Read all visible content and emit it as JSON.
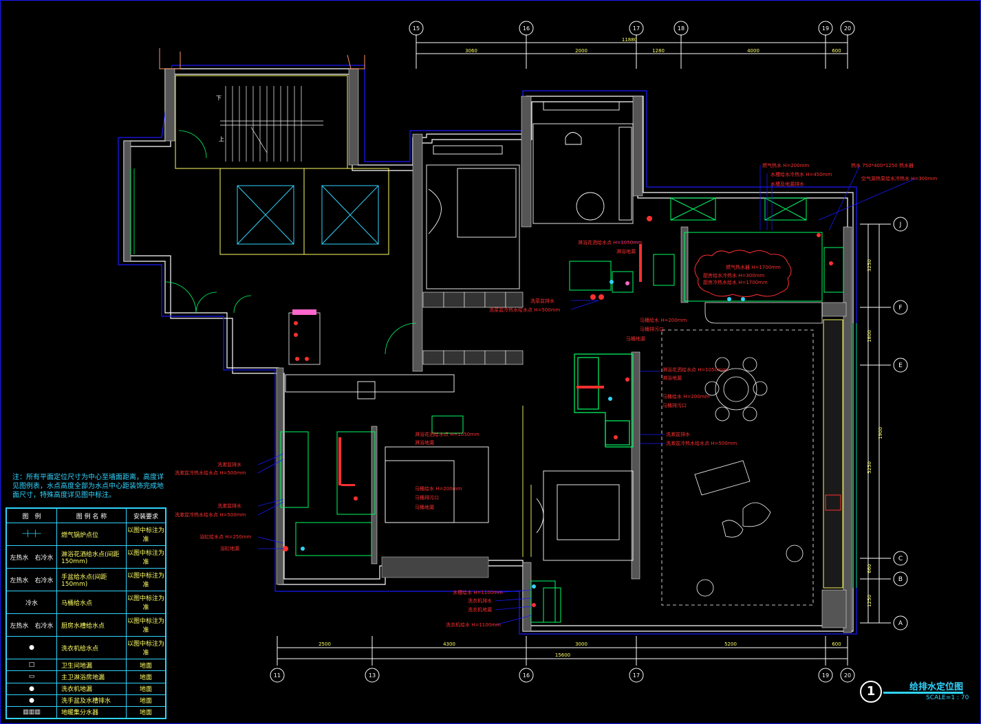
{
  "axes_top": [
    "15",
    "16",
    "17",
    "18",
    "19",
    "20"
  ],
  "axes_bottom": [
    "11",
    "13",
    "16",
    "17",
    "19",
    "20"
  ],
  "axes_right": [
    "J",
    "F",
    "E",
    "C",
    "B",
    "A"
  ],
  "dims_top": [
    "3060",
    "2000",
    "1280",
    "4000",
    "600"
  ],
  "dims_top_total": "11880",
  "dims_bottom": [
    "2500",
    "4300",
    "3000",
    "5200",
    "600"
  ],
  "dims_bottom_total": "15600",
  "dims_right": [
    "3250",
    "1800",
    "1900",
    "5250",
    "660",
    "1250"
  ],
  "stair_labels": [
    "下",
    "上"
  ],
  "callouts": {
    "t1": "燃气热水 H=200mm",
    "t2": "水槽给水冷热水 H=450mm",
    "t3": "水槽及地漏排水",
    "t4": "热水 750*400*1250 热水器",
    "t5": "空气源热泵给水冷热水 H=300mm",
    "k1": "淋浴花洒给水点 H=1050mm",
    "k2": "淋浴地漏",
    "k3": "燃气热水器 H=1700mm",
    "k4": "厨房给水冷热水 H=300mm",
    "k5": "厨房冷热水给水 H=1700mm",
    "m1": "洗菜盆排水",
    "m2": "洗菜盆冷热水给水点 H=500mm",
    "m3": "马桶给水 H=200mm",
    "m4": "马桶排污口",
    "m5": "马桶地漏",
    "e1": "淋浴花洒给水点 H=1050mm",
    "e2": "淋浴地漏",
    "e3": "马桶给水 H=200mm",
    "e4": "马桶排污口",
    "e5": "洗漱盆排水",
    "e6": "洗漱盆冷热水给水点 H=500mm",
    "b1": "淋浴花洒给水点 H=1050mm",
    "b2": "淋浴地漏",
    "b3": "马桶给水 H=200mm",
    "b4": "马桶排污口",
    "b5": "马桶地漏",
    "l1": "洗漱盆排水",
    "l2": "洗漱盆冷热水给水点 H=500mm",
    "l3": "洗漱盆排水",
    "l4": "洗漱盆冷热水给水点 H=500mm",
    "l5": "浴缸给水点 H=250mm",
    "l6": "浴缸地漏",
    "w1": "水槽给水 H=1100mm",
    "w2": "洗衣机排水",
    "w3": "洗衣机地漏",
    "w4": "洗衣机给水 H=1100mm"
  },
  "notes": "注：所有平面定位尺寸为中心至墙面距离，高度详见图例表，水点高度全部为水点中心距装饰完成地面尺寸，特殊高度详见图中标注。",
  "legend": {
    "headers": [
      "图　例",
      "图 例 名 称",
      "安装要求"
    ],
    "rows": [
      {
        "sym": "",
        "name": "燃气锅炉点位",
        "req": "以图中标注为准"
      },
      {
        "sym": "左热水　右冷水",
        "name": "淋浴花洒给水点(间距150mm)",
        "req": "以图中标注为准"
      },
      {
        "sym": "左热水　右冷水",
        "name": "手盆给水点(间距150mm)",
        "req": "以图中标注为准"
      },
      {
        "sym": "冷水",
        "name": "马桶给水点",
        "req": "以图中标注为准"
      },
      {
        "sym": "左热水　右冷水",
        "name": "厨房水槽给水点",
        "req": "以图中标注为准"
      },
      {
        "sym": "●",
        "name": "洗衣机给水点",
        "req": "以图中标注为准"
      },
      {
        "sym": "□",
        "name": "卫生间地漏",
        "req": "地面"
      },
      {
        "sym": "▭",
        "name": "主卫淋浴房地漏",
        "req": "地面"
      },
      {
        "sym": "●",
        "name": "洗衣机地漏",
        "req": "地面"
      },
      {
        "sym": "●",
        "name": "洗手盆及水槽排水",
        "req": "地面"
      },
      {
        "sym": "▥▥▥",
        "name": "地暖集分水器",
        "req": "地面"
      }
    ]
  },
  "title": {
    "number": "1",
    "name": "给排水定位图",
    "scale": "SCALE=1 : 70"
  }
}
